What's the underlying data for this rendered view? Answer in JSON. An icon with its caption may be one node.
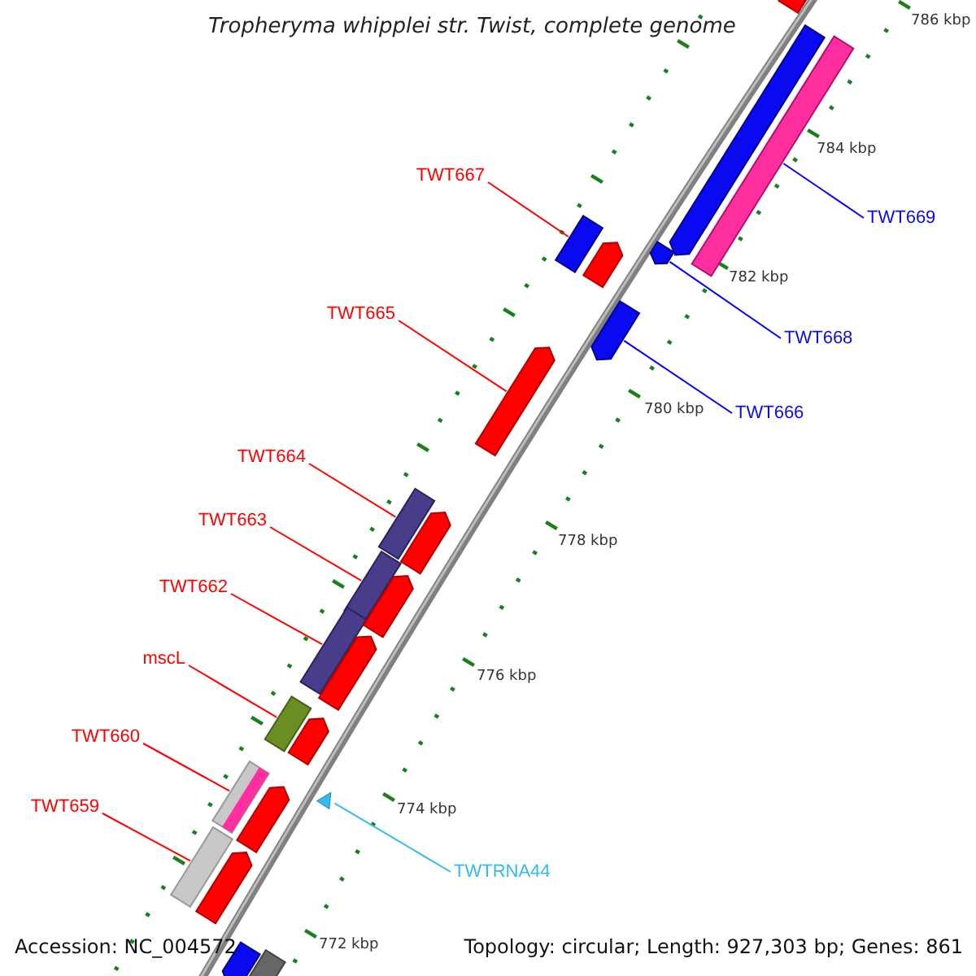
{
  "diagram": {
    "title": "Tropheryma whipplei str. Twist, complete genome",
    "nodes": [
      {
        "text": [
          "TWT667"
        ]
      },
      {
        "text": [],
        "shape": "bar"
      },
      {
        "text": [
          "TWT669"
        ]
      },
      {
        "text": [],
        "shape": "bar"
      },
      {
        "text": [
          "TWT665"
        ]
      },
      {
        "text": [],
        "shape": "bar"
      },
      {
        "text": [
          "TWT668"
        ]
      },
      {
        "text": [],
        "shape": "bar"
      },
      {
        "text": [
          "TWT666"
        ]
      },
      {
        "text": [],
        "shape": "bar"
      },
      {
        "text": [
          "TWT664"
        ]
      },
      {
        "text": [],
        "shape": "bar"
      },
      {
        "text": [
          "TWT663"
        ]
      },
      {
        "text": [],
        "shape": "bar"
      },
      {
        "text": [
          "TWT662"
        ]
      },
      {
        "text": [],
        "shape": "bar"
      },
      {
        "text": [
          "mscL"
        ]
      },
      {
        "text": [],
        "shape": "bar"
      },
      {
        "text": [
          "TWT660"
        ]
      },
      {
        "text": [],
        "shape": "bar"
      },
      {
        "text": [
          "TWT659"
        ]
      },
      {
        "text": [],
        "shape": "bar"
      },
      {
        "text": [
          "TWTRNA44"
        ]
      },
      {
        "text": [],
        "shape": "triangle"
      },
      {
        "text": [],
        "shape": "bar"
      },
      {
        "text": [],
        "shape": "bar"
      },
      {
        "text": [],
        "shape": "bar"
      },
      {
        "text": [],
        "shape": "bar"
      },
      {
        "text": [],
        "shape": "bar"
      },
      {
        "text": [],
        "shape": "bar"
      },
      {
        "text": [],
        "shape": "bar"
      },
      {
        "text": [],
        "shape": "bar"
      },
      {
        "text": [],
        "shape": "bar"
      },
      {
        "text": [],
        "shape": "bar"
      },
      {
        "text": [],
        "shape": "bar"
      }
    ],
    "edges": [
      {
        "from": 0,
        "to": 1,
        "arrow": "none"
      },
      {
        "from": 2,
        "to": 3,
        "arrow": "none",
        "color": "#0000ff"
      },
      {
        "from": 4,
        "to": 5,
        "arrow": "none"
      },
      {
        "from": 6,
        "to": 7,
        "arrow": "none",
        "color": "#0000ff"
      },
      {
        "from": 8,
        "to": 9,
        "arrow": "none",
        "color": "#0000ff"
      },
      {
        "from": 10,
        "to": 11,
        "arrow": "none"
      },
      {
        "from": 12,
        "to": 13,
        "arrow": "none"
      },
      {
        "from": 14,
        "to": 15,
        "arrow": "none"
      },
      {
        "from": 16,
        "to": 17,
        "arrow": "none"
      },
      {
        "from": 18,
        "to": 19,
        "arrow": "none"
      },
      {
        "from": 20,
        "to": 21,
        "arrow": "none"
      },
      {
        "from": 22,
        "to": 23,
        "arrow": "none",
        "color": "#33bbee"
      }
    ],
    "labels": [
      "786 kbp",
      "784 kbp",
      "782 kbp",
      "780 kbp",
      "778 kbp",
      "776 kbp",
      "774 kbp",
      "772 kbp",
      "Accession: NC_004572",
      "Topology: circular; Length: 927,303 bp; Genes: 861"
    ]
  }
}
